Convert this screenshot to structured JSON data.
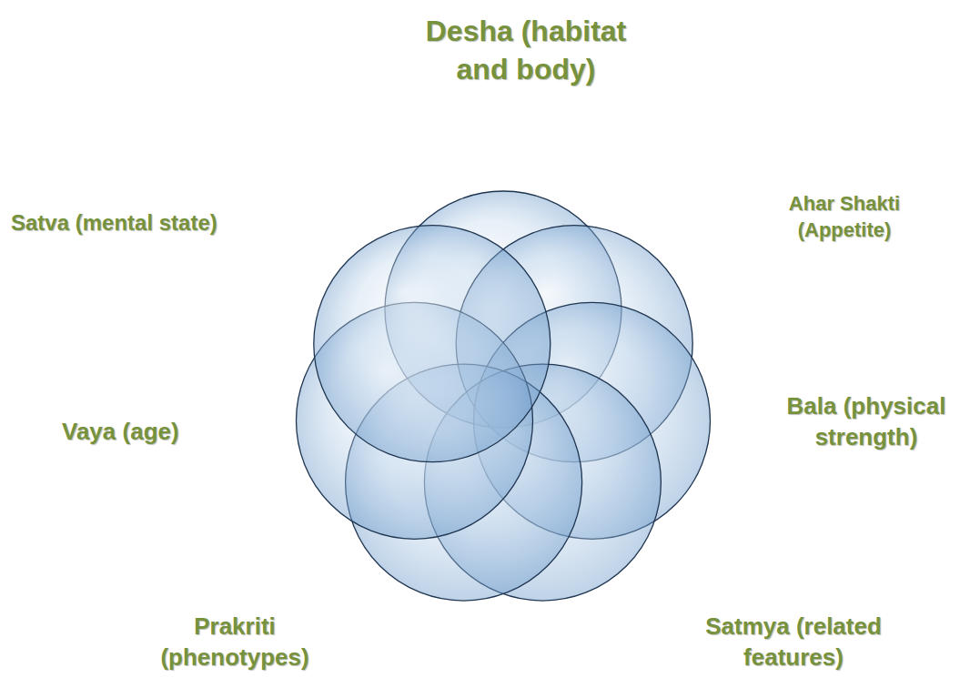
{
  "diagram": {
    "labels": [
      "Desha (habitat and body)",
      "Satva (mental state)",
      "Ahar Shakti (Appetite)",
      "Vaya (age)",
      "Bala (physical strength)",
      "Prakriti (phenotypes)",
      "Satmya (related features)"
    ]
  }
}
